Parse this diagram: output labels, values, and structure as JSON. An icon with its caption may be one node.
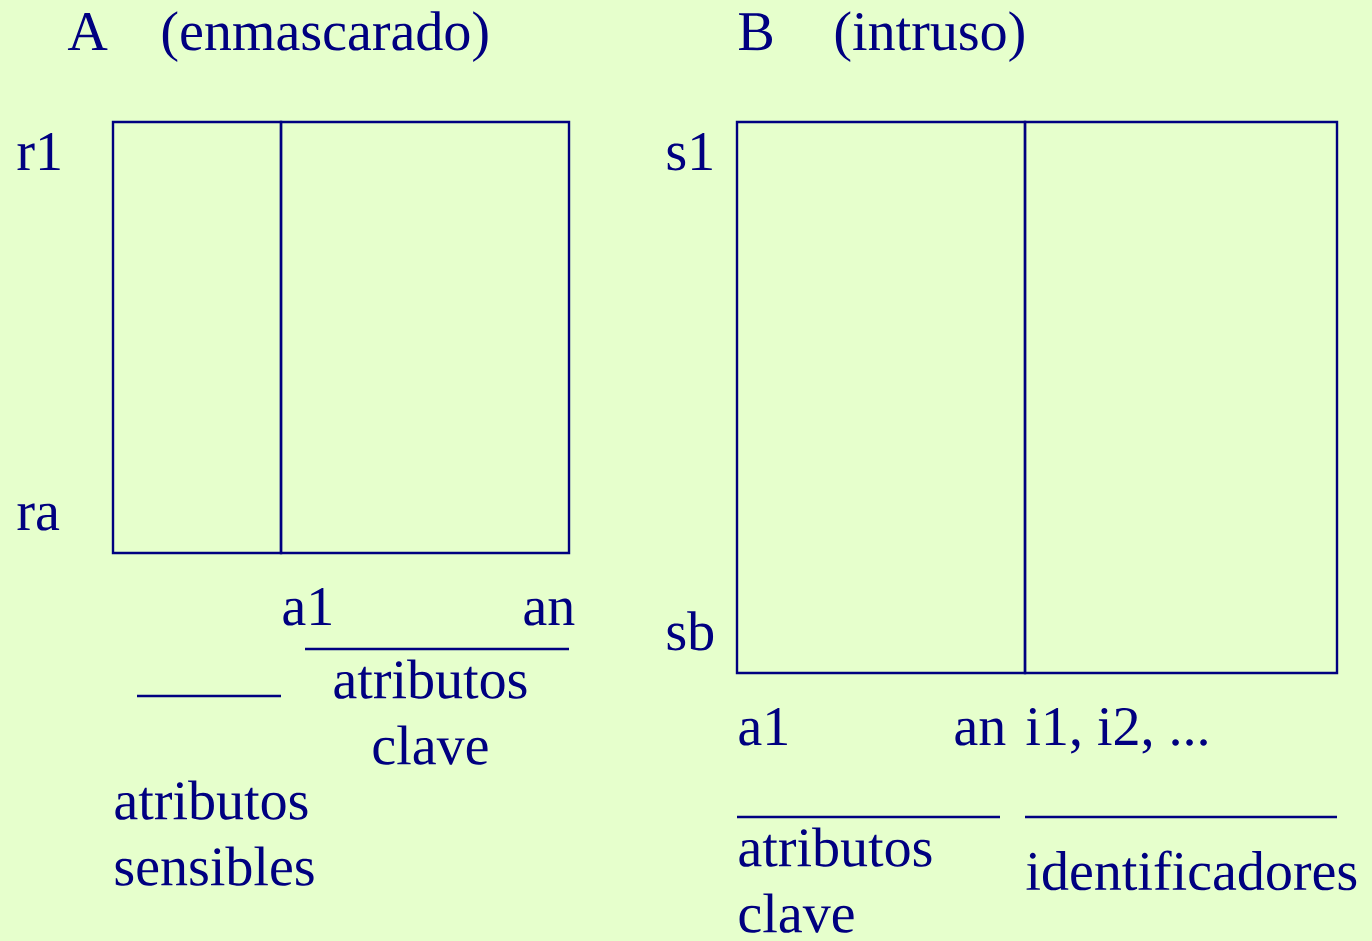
{
  "diagram": {
    "nodes": [
      {
        "text": [],
        "shape": "box"
      },
      {
        "text": [],
        "shape": "box"
      },
      {
        "text": [],
        "shape": "box"
      },
      {
        "text": [],
        "shape": "box"
      }
    ],
    "labels": [
      "A",
      "(enmascarado)",
      "B",
      "(intruso)",
      "r1",
      "ra",
      "s1",
      "sb",
      "a1",
      "an",
      "atributos clave",
      "atributos sensibles",
      "a1",
      "an",
      "i1, i2, ...",
      "atributos clave",
      "identificadores"
    ]
  }
}
